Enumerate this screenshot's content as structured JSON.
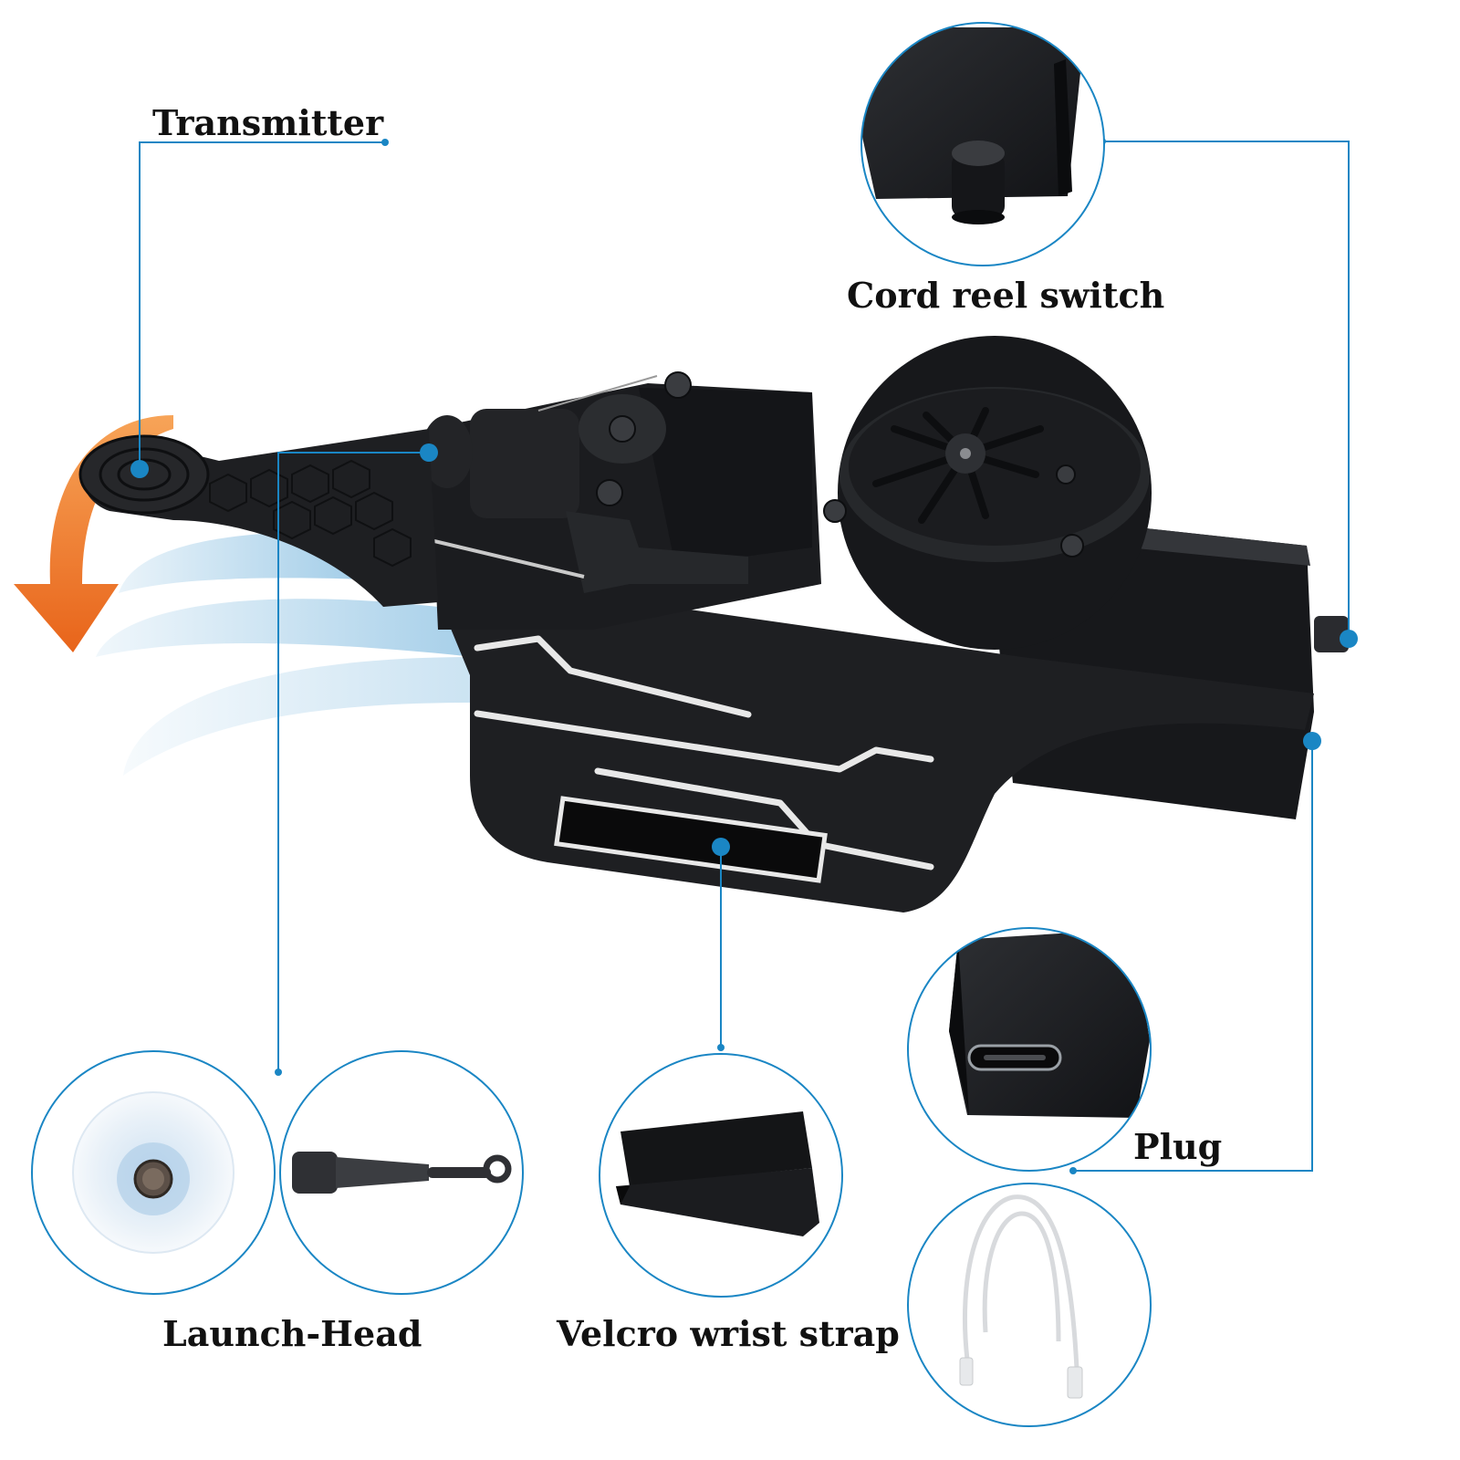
{
  "labels": {
    "transmitter": "Transmitter",
    "cord_reel_switch": "Cord reel switch",
    "launch_head": "Launch-Head",
    "velcro_wrist_strap": "Velcro wrist strap",
    "plug": "Plug"
  },
  "colors": {
    "callout_line": "#1a86c4",
    "callout_dot": "#1a86c4",
    "device_body": "#1d1e21",
    "device_highlight": "#3a3c40",
    "accent_stripe": "#e8e8e8",
    "motion_arrow": "#f07a1e",
    "motion_trail": "#5aa6d6",
    "background": "#ffffff"
  },
  "icons": {
    "device": "web-shooter-device-illustration",
    "motion": "curved-swing-arrow-icon",
    "suction_cup": "suction-cup-icon",
    "launch_pin": "launch-pin-icon",
    "strap": "velcro-strap-icon",
    "usb_port": "usb-c-port-icon",
    "cable": "usb-cable-icon",
    "switch": "switch-knob-icon"
  }
}
